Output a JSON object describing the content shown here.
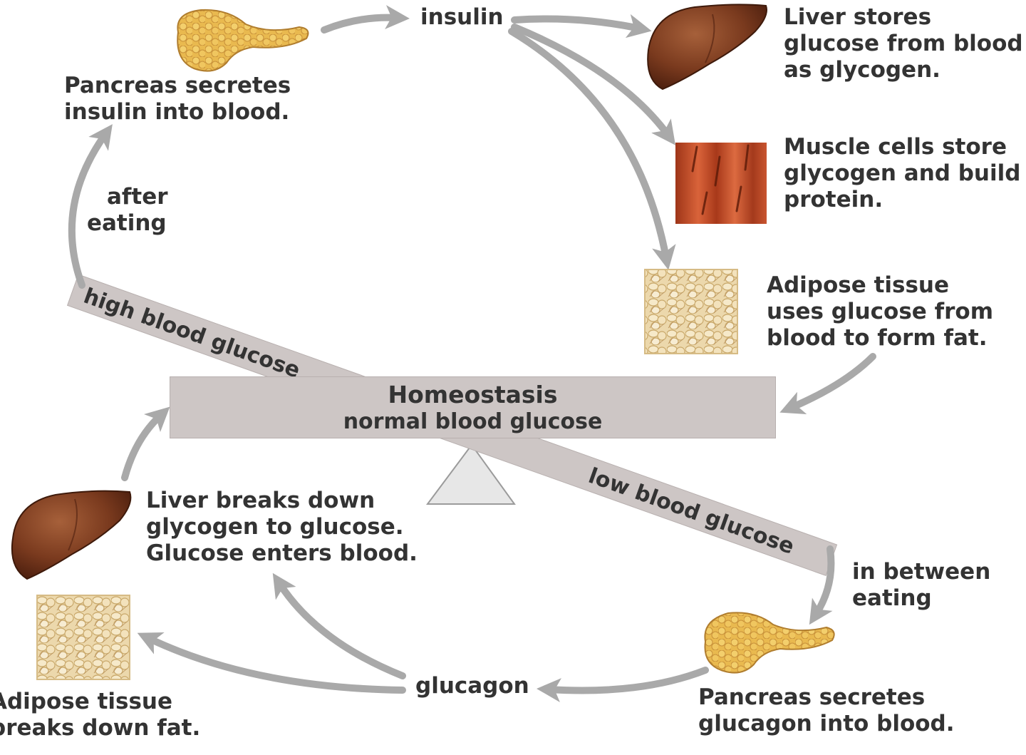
{
  "center": {
    "title": "Homeostasis",
    "subtitle": "normal blood glucose"
  },
  "hormones": {
    "insulin": "insulin",
    "glucagon": "glucagon"
  },
  "conditions": {
    "high": "high blood glucose",
    "low": "low blood glucose"
  },
  "triggers": {
    "after_eating": [
      "after",
      "eating"
    ],
    "between_eating": [
      "in between",
      "eating"
    ]
  },
  "steps": {
    "pancreas_insulin": [
      "Pancreas secretes",
      "insulin into blood."
    ],
    "liver_stores": [
      "Liver stores",
      "glucose from blood",
      "as glycogen."
    ],
    "muscle": [
      "Muscle cells store",
      "glycogen and build",
      "protein."
    ],
    "adipose_forms": [
      "Adipose tissue",
      "uses glucose from",
      "blood to form fat."
    ],
    "liver_breaks": [
      "Liver breaks down",
      "glycogen to glucose.",
      "Glucose enters blood."
    ],
    "adipose_breaks": [
      "Adipose tissue",
      "breaks down fat."
    ],
    "pancreas_glucagon": [
      "Pancreas secretes",
      "glucagon into blood."
    ]
  },
  "icons": {
    "pancreas": "pancreas-icon",
    "liver": "liver-icon",
    "muscle": "muscle-tissue-icon",
    "adipose": "adipose-tissue-icon"
  },
  "colors": {
    "arrow": "#a9a9a9",
    "bar": "#cdc6c5",
    "liver": "#7a3a1e",
    "muscle": "#c0532e",
    "pancreas": "#e8b84d",
    "adipose": "#e9d3a3"
  }
}
